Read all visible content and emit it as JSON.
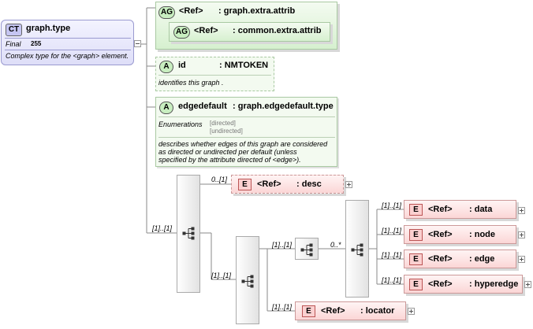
{
  "complex_type": {
    "badge": "CT",
    "name": "graph.type",
    "final_label": "Final",
    "final_value": "255",
    "description": "Complex type for the <graph> element."
  },
  "attribute_groups": [
    {
      "badge": "AG",
      "ref_label": "<Ref>",
      "name": ": graph.extra.attrib"
    },
    {
      "badge": "AG",
      "ref_label": "<Ref>",
      "name": ": common.extra.attrib"
    }
  ],
  "attr_id": {
    "badge": "A",
    "name": "id",
    "type": ": NMTOKEN",
    "description": "identifies this graph ."
  },
  "attr_edgedefault": {
    "badge": "A",
    "name": "edgedefault",
    "type": ": graph.edgedefault.type",
    "enum_label": "Enumerations",
    "enum_values": [
      "[directed]",
      "[undirected]"
    ],
    "description_lines": [
      "describes whether edges of this graph are considered",
      "as directed or undirected per default (unless",
      "specified by the attribute directed of <edge>)."
    ]
  },
  "elements": {
    "desc": {
      "badge": "E",
      "ref_label": "<Ref>",
      "name": ": desc",
      "card": "0..[1]"
    },
    "data": {
      "badge": "E",
      "ref_label": "<Ref>",
      "name": ": data",
      "card": "[1]..[1]"
    },
    "node": {
      "badge": "E",
      "ref_label": "<Ref>",
      "name": ": node",
      "card": "[1]..[1]"
    },
    "edge": {
      "badge": "E",
      "ref_label": "<Ref>",
      "name": ": edge",
      "card": "[1]..[1]"
    },
    "hyperedge": {
      "badge": "E",
      "ref_label": "<Ref>",
      "name": ": hyperedge",
      "card": "[1]..[1]"
    },
    "locator": {
      "badge": "E",
      "ref_label": "<Ref>",
      "name": ": locator",
      "card": "[1]..[1]"
    }
  },
  "compositors": {
    "main_seq_card": "[1]..[1]",
    "inner_seq_card": "[1]..[1]",
    "small_seq_card": "[1]..[1]",
    "choice_card": "0..*"
  },
  "colors": {
    "ct_fill": "#e4e4fb",
    "ct_badge": "#c5c5f2",
    "green_badge": "#c8eec0",
    "red_badge": "#fbd0d0",
    "line": "#888888"
  }
}
